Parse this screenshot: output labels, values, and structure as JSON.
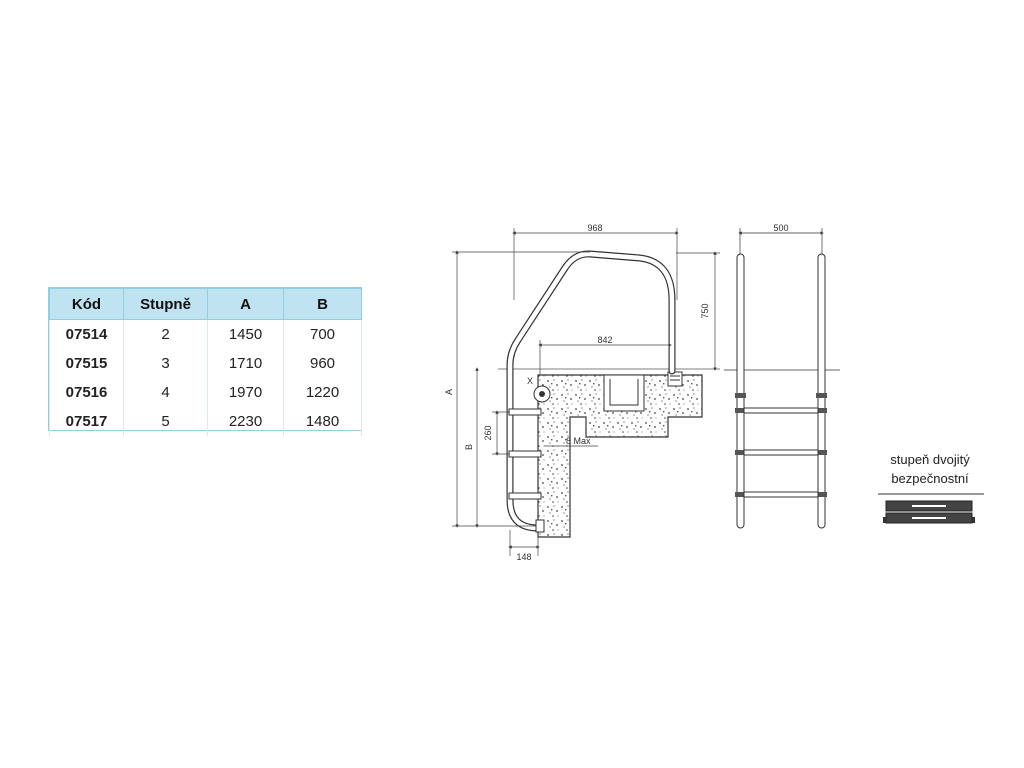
{
  "table": {
    "headers": [
      "Kód",
      "Stupně",
      "A",
      "B"
    ],
    "rows": [
      {
        "code": "07514",
        "steps": "2",
        "a": "1450",
        "b": "700"
      },
      {
        "code": "07515",
        "steps": "3",
        "a": "1710",
        "b": "960"
      },
      {
        "code": "07516",
        "steps": "4",
        "a": "1970",
        "b": "1220"
      },
      {
        "code": "07517",
        "steps": "5",
        "a": "2230",
        "b": "1480"
      }
    ]
  },
  "side_view": {
    "dim_width_top": "968",
    "dim_inner": "842",
    "dim_rail_height": "750",
    "dim_step_spacing": "260",
    "dim_wall_gap": "8 Max",
    "dim_bottom": "148",
    "label_a": "A",
    "label_b": "B",
    "label_x": "X"
  },
  "front_view": {
    "dim_width": "500"
  },
  "step_detail": {
    "caption_line1": "stupeň dvojitý",
    "caption_line2": "bezpečnostní"
  },
  "colors": {
    "table_header_bg": "#bfe3f0",
    "table_border": "#8fcfe2",
    "line": "#333333"
  }
}
